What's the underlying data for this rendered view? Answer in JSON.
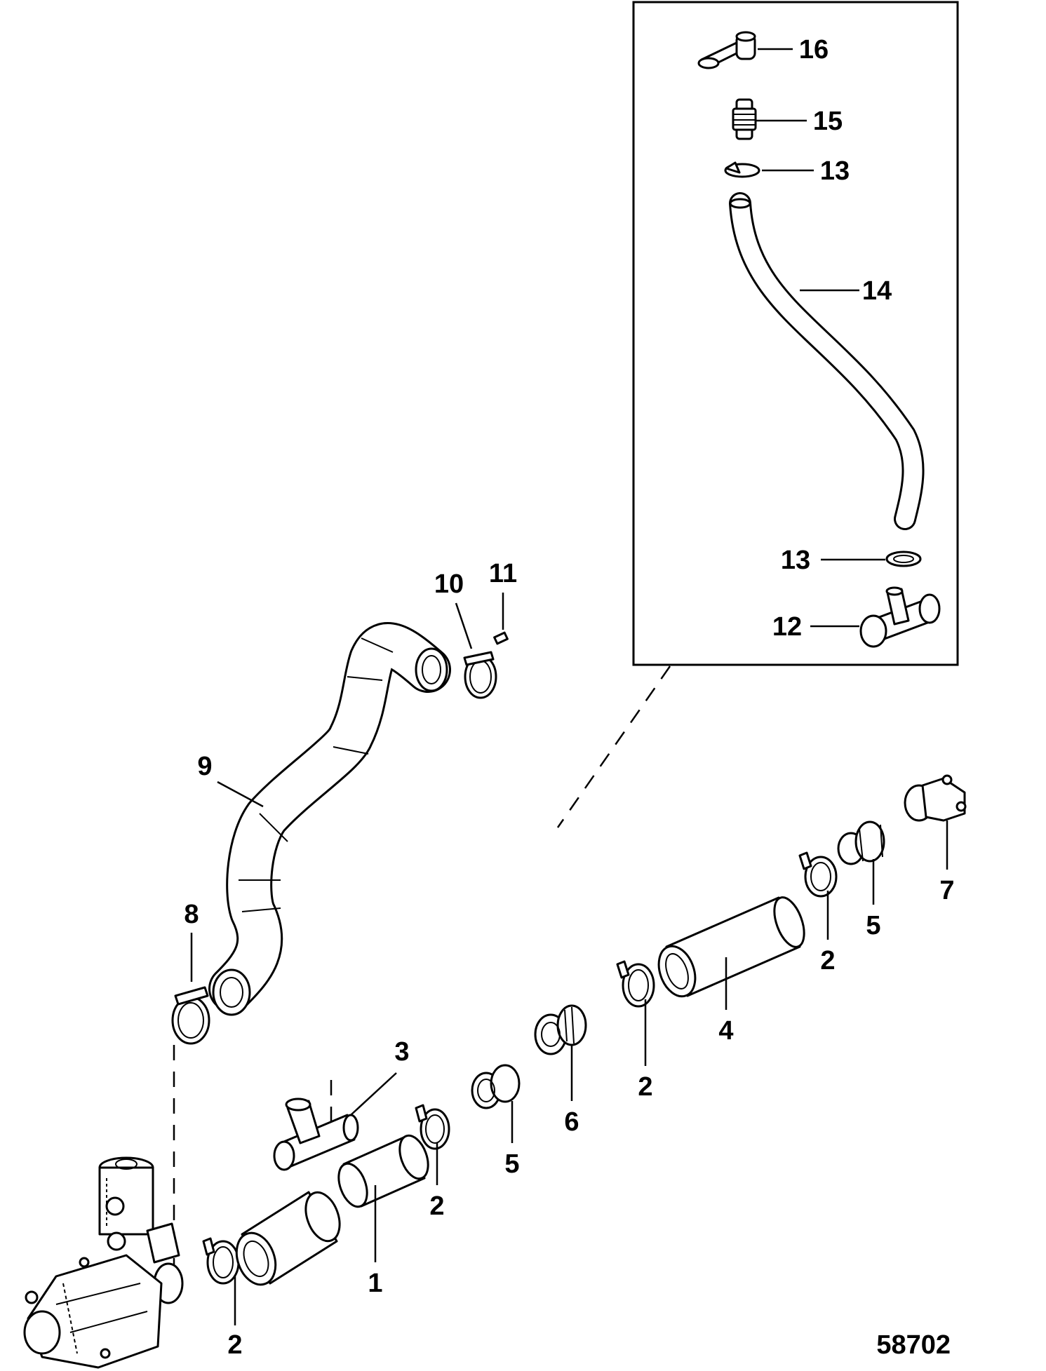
{
  "figure_number": "58702",
  "callouts": {
    "c1": "1",
    "c2a": "2",
    "c2b": "2",
    "c2c": "2",
    "c2d": "2",
    "c3": "3",
    "c4": "4",
    "c5a": "5",
    "c5b": "5",
    "c6": "6",
    "c7": "7",
    "c8": "8",
    "c9": "9",
    "c10": "10",
    "c11": "11",
    "c12": "12",
    "c13a": "13",
    "c13b": "13",
    "c14": "14",
    "c15": "15",
    "c16": "16"
  }
}
